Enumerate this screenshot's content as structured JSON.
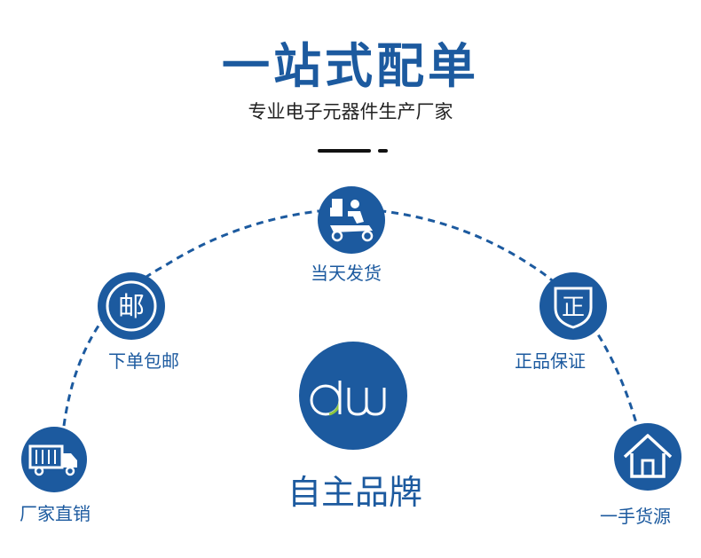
{
  "header": {
    "title": "一站式配单",
    "subtitle": "专业电子元器件生产厂家"
  },
  "features": {
    "factory_direct": {
      "label": "厂家直销",
      "icon": "truck-icon"
    },
    "free_shipping": {
      "label": "下单包邮",
      "icon": "mail-char-icon",
      "glyph": "邮"
    },
    "same_day": {
      "label": "当天发货",
      "icon": "delivery-scooter-icon"
    },
    "genuine": {
      "label": "正品保证",
      "icon": "shield-zheng-icon",
      "glyph": "正"
    },
    "first_hand": {
      "label": "一手货源",
      "icon": "house-icon"
    }
  },
  "brand": {
    "label": "自主品牌",
    "logo_text": "dw",
    "icon": "brand-logo"
  },
  "colors": {
    "primary": "#1c5a9f",
    "accent": "#8dc63f",
    "text": "#222222"
  }
}
